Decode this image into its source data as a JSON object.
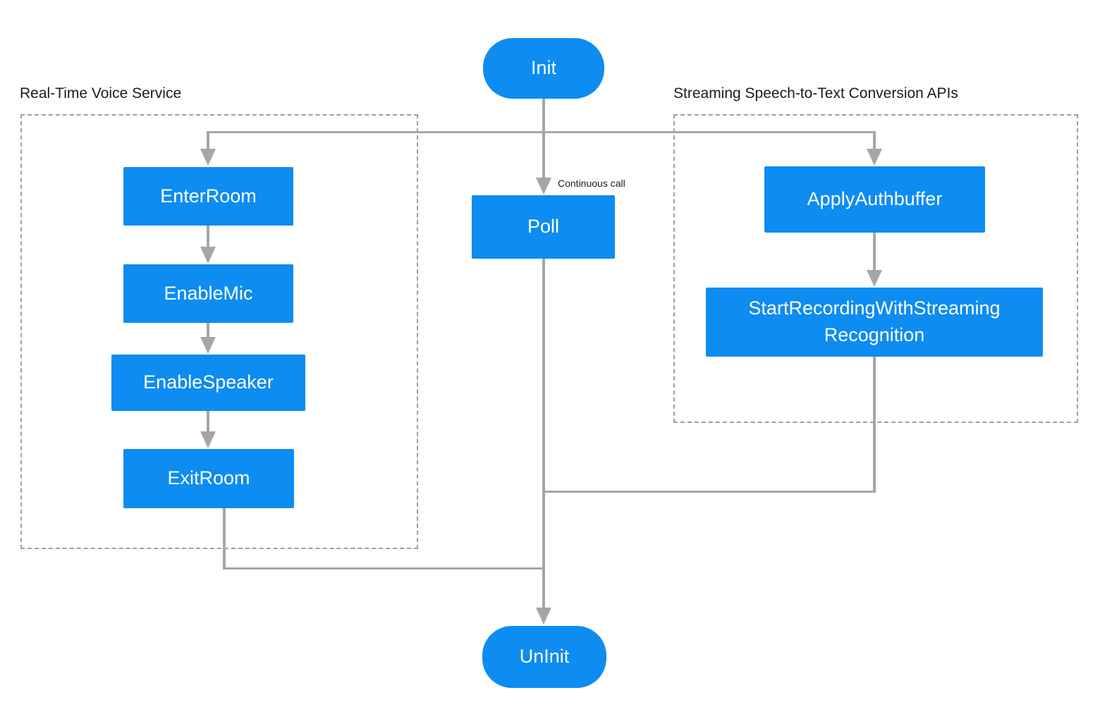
{
  "diagram": {
    "type": "flowchart",
    "background": "#ffffff"
  },
  "colors": {
    "node_fill": "#0d8cf2",
    "node_text": "#ffffff",
    "connector": "#a6a6a6",
    "container_border": "#a0a0a0",
    "label_text": "#1b1b1b"
  },
  "groups": {
    "voice": {
      "title": "Real-Time Voice Service"
    },
    "speech": {
      "title": "Streaming Speech-to-Text Conversion APIs"
    }
  },
  "annotations": {
    "continuous_call": "Continuous call"
  },
  "nodes": {
    "init": {
      "label": "Init",
      "shape": "pill"
    },
    "poll": {
      "label": "Poll",
      "shape": "rect"
    },
    "enter_room": {
      "label": "EnterRoom",
      "shape": "rect"
    },
    "enable_mic": {
      "label": "EnableMic",
      "shape": "rect"
    },
    "enable_speaker": {
      "label": "EnableSpeaker",
      "shape": "rect"
    },
    "exit_room": {
      "label": "ExitRoom",
      "shape": "rect"
    },
    "apply_authbuffer": {
      "label": "ApplyAuthbuffer",
      "shape": "rect"
    },
    "start_recording": {
      "label_line1": "StartRecordingWithStreaming",
      "label_line2": "Recognition",
      "shape": "rect"
    },
    "uninit": {
      "label": "UnInit",
      "shape": "pill"
    }
  },
  "edges": [
    {
      "from": "Init",
      "to": "EnterRoom"
    },
    {
      "from": "Init",
      "to": "Poll",
      "note": "Continuous call"
    },
    {
      "from": "Init",
      "to": "ApplyAuthbuffer"
    },
    {
      "from": "EnterRoom",
      "to": "EnableMic"
    },
    {
      "from": "EnableMic",
      "to": "EnableSpeaker"
    },
    {
      "from": "EnableSpeaker",
      "to": "ExitRoom"
    },
    {
      "from": "ApplyAuthbuffer",
      "to": "StartRecordingWithStreamingRecognition"
    },
    {
      "from": "Poll",
      "to": "UnInit"
    },
    {
      "from": "ExitRoom",
      "to": "UnInit"
    },
    {
      "from": "StartRecordingWithStreamingRecognition",
      "to": "UnInit"
    }
  ]
}
